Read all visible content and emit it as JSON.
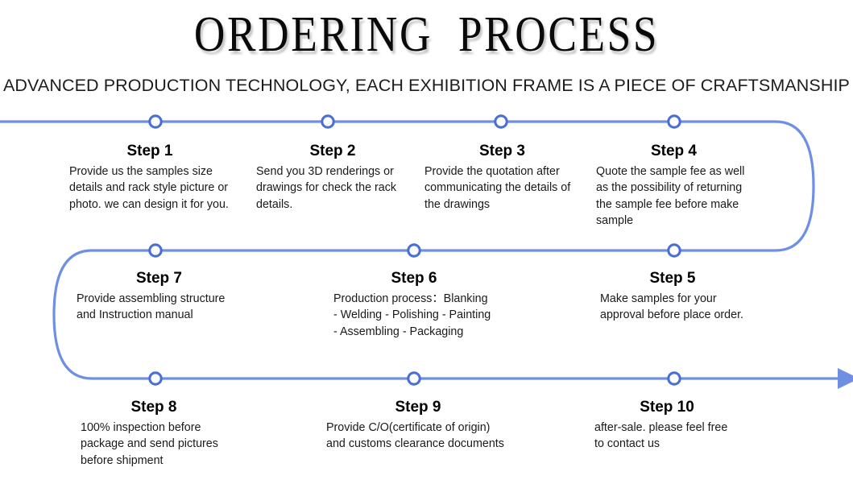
{
  "header": {
    "title": "ORDERING  PROCESS",
    "subtitle": "ADVANCED PRODUCTION TECHNOLOGY, EACH EXHIBITION FRAME IS A PIECE OF CRAFTSMANSHIP"
  },
  "colors": {
    "line": "#6f8fe3",
    "node_ring": "#4a6fd4",
    "node_fill": "#ffffff",
    "title_text": "#0a0a0a",
    "body_text": "#1a1a1a",
    "background": "#ffffff"
  },
  "timeline": {
    "rows": 3,
    "direction": "serpentine-left-to-right-then-right-to-left",
    "arrow_end": "right-bottom",
    "node_count": 10
  },
  "steps": [
    {
      "id": "step-1",
      "title": "Step 1",
      "body": "Provide us the samples size details and rack style picture or photo. we can design it for you."
    },
    {
      "id": "step-2",
      "title": "Step 2",
      "body": "Send you 3D renderings or drawings for check the rack details."
    },
    {
      "id": "step-3",
      "title": "Step 3",
      "body": "Provide the quotation after communicating the details of the drawings"
    },
    {
      "id": "step-4",
      "title": "Step 4",
      "body": "Quote the sample fee as well as the possibility of returning the sample fee before make sample"
    },
    {
      "id": "step-5",
      "title": "Step 5",
      "body": "Make samples for your approval before place order."
    },
    {
      "id": "step-6",
      "title": "Step 6",
      "body": "Production process：Blanking - Welding - Polishing - Painting - Assembling - Packaging"
    },
    {
      "id": "step-7",
      "title": "Step 7",
      "body": "Provide assembling structure and Instruction manual"
    },
    {
      "id": "step-8",
      "title": "Step 8",
      "body": "100% inspection before package and send pictures before shipment"
    },
    {
      "id": "step-9",
      "title": "Step 9",
      "body": "Provide C/O(certificate of origin) and customs clearance documents"
    },
    {
      "id": "step-10",
      "title": "Step 10",
      "body": "after-sale. please feel free to contact us"
    }
  ]
}
